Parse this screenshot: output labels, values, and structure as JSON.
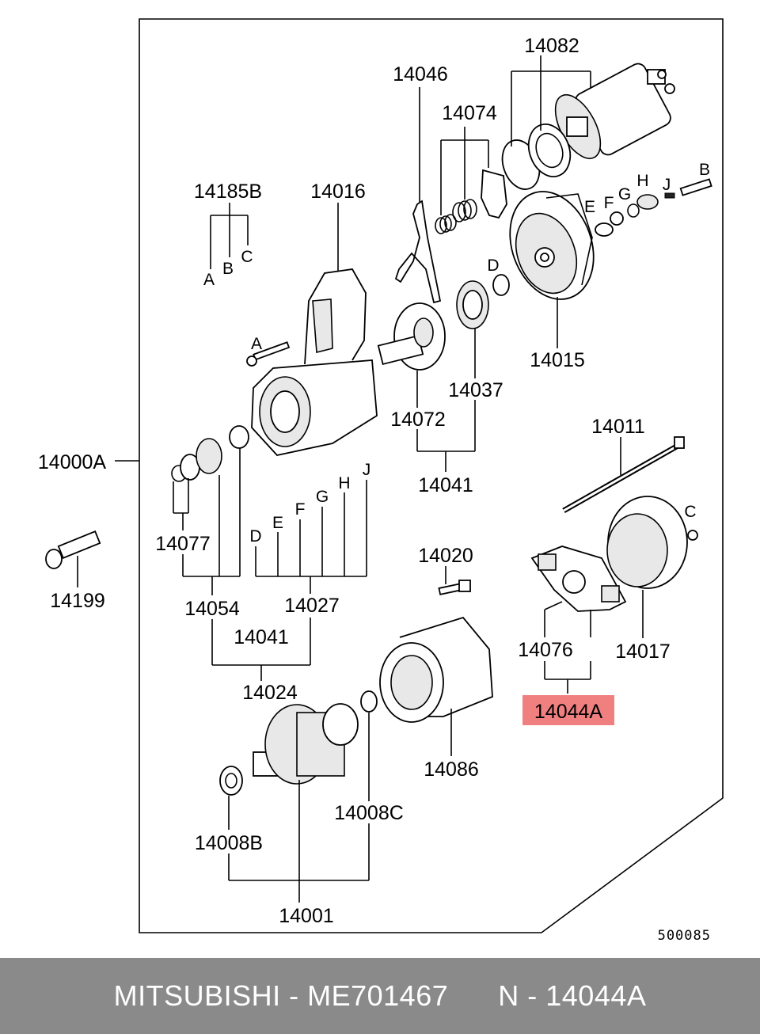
{
  "diagram": {
    "diagram_code": "500085",
    "highlight_color": "#f08080",
    "labels": {
      "p14082": "14082",
      "p14046": "14046",
      "p14074": "14074",
      "p14185B": "14185B",
      "p14016": "14016",
      "A_top": "A",
      "B_top": "B",
      "C_top": "C",
      "A_bolt": "A",
      "B_right": "B",
      "D_washer": "D",
      "E_right": "E",
      "F_right": "F",
      "G_right": "G",
      "H_right": "H",
      "J_right": "J",
      "p14015": "14015",
      "p14037": "14037",
      "p14072": "14072",
      "p14041_mid": "14041",
      "p14000A": "14000A",
      "p14011": "14011",
      "C_cap": "C",
      "p14077": "14077",
      "D_list": "D",
      "E_list": "E",
      "F_list": "F",
      "G_list": "G",
      "H_list": "H",
      "J_list": "J",
      "p14020": "14020",
      "p14199": "14199",
      "p14054": "14054",
      "p14027": "14027",
      "p14041_low": "14041",
      "p14024": "14024",
      "p14076": "14076",
      "p14017": "14017",
      "p14044A": "14044A",
      "p14086": "14086",
      "p14008C": "14008C",
      "p14008B": "14008B",
      "p14001": "14001"
    }
  },
  "footer": {
    "brand_part": "MITSUBISHI - ME701467",
    "ref": "N - 14044A"
  }
}
